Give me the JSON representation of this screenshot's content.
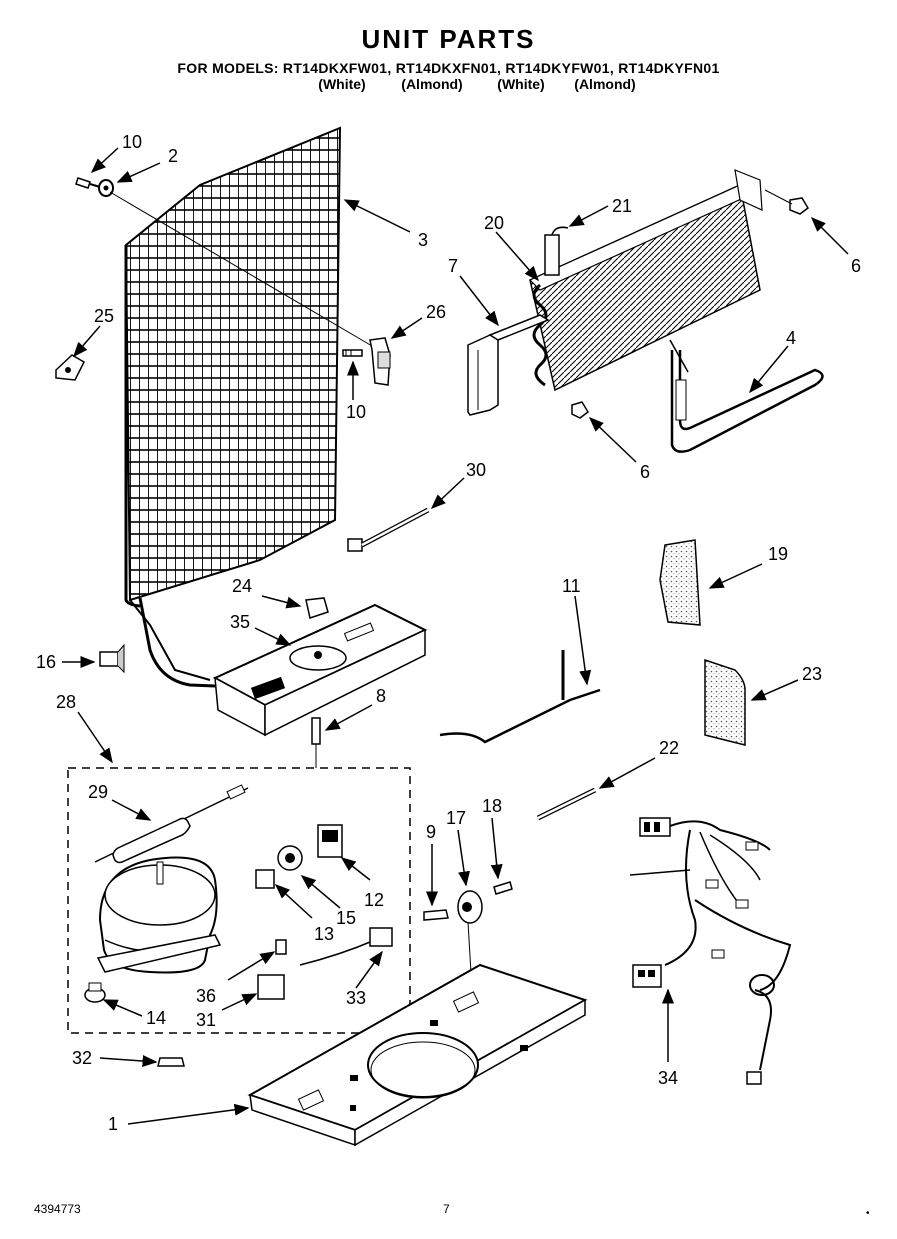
{
  "header": {
    "title": "UNIT PARTS",
    "models_line": "FOR MODELS: RT14DKXFW01, RT14DKXFN01, RT14DKYFW01, RT14DKYFN01",
    "colors": [
      "(White)",
      "(Almond)",
      "(White)",
      "(Almond)"
    ]
  },
  "callouts": [
    "10",
    "2",
    "3",
    "25",
    "26",
    "10",
    "20",
    "21",
    "7",
    "6",
    "4",
    "6",
    "30",
    "19",
    "24",
    "35",
    "11",
    "23",
    "16",
    "28",
    "8",
    "22",
    "29",
    "9",
    "17",
    "18",
    "12",
    "15",
    "13",
    "36",
    "33",
    "14",
    "31",
    "34",
    "32",
    "1"
  ],
  "footer": {
    "doc_number": "4394773",
    "page_number": "7",
    "corner_mark": "•"
  }
}
